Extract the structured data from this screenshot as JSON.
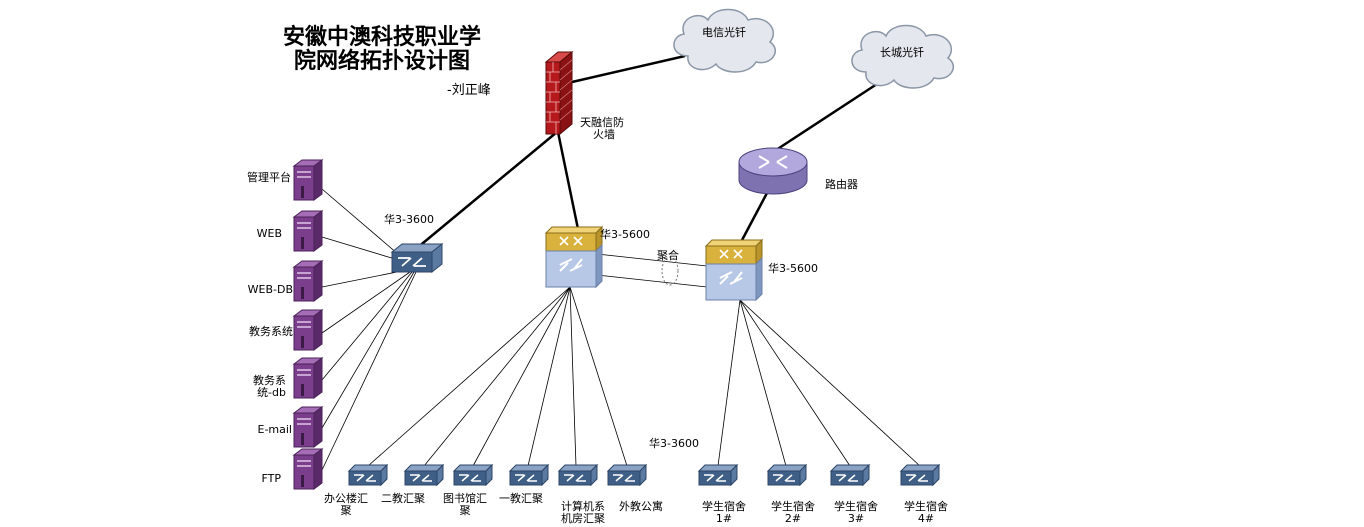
{
  "title": {
    "line1": "安徽中澳科技职业学",
    "line2": "院网络拓扑设计图",
    "author": "-刘正峰"
  },
  "clouds": {
    "telecom": "电信光钎",
    "greatwall": "长城光钎"
  },
  "firewall": {
    "line1": "天融信防",
    "line2": "火墙"
  },
  "router": {
    "label": "路由器"
  },
  "server_switch": {
    "label": "华3-3600"
  },
  "core_switch": {
    "label": "华3-5600"
  },
  "dorm_core_switch": {
    "label": "华3-5600"
  },
  "aggregation": {
    "label": "聚合"
  },
  "access_model": {
    "label": "华3-3600"
  },
  "servers": [
    {
      "line1": "管理平台",
      "line2": ""
    },
    {
      "line1": "WEB",
      "line2": ""
    },
    {
      "line1": "WEB-DB",
      "line2": ""
    },
    {
      "line1": "教务系统",
      "line2": ""
    },
    {
      "line1": "教务系",
      "line2": "统-db"
    },
    {
      "line1": "E-mail",
      "line2": ""
    },
    {
      "line1": "FTP",
      "line2": ""
    }
  ],
  "access_switches": [
    {
      "line1": "办公楼汇",
      "line2": "聚"
    },
    {
      "line1": "二教汇聚",
      "line2": ""
    },
    {
      "line1": "图书馆汇",
      "line2": "聚"
    },
    {
      "line1": "一教汇聚",
      "line2": ""
    },
    {
      "line1": "计算机系",
      "line2": "机房汇聚"
    },
    {
      "line1": "外教公寓",
      "line2": ""
    }
  ],
  "dorm_switches": [
    {
      "line1": "学生宿舍",
      "line2": "1#"
    },
    {
      "line1": "学生宿舍",
      "line2": "2#"
    },
    {
      "line1": "学生宿舍",
      "line2": "3#"
    },
    {
      "line1": "学生宿舍",
      "line2": "4#"
    }
  ],
  "colors": {
    "server": "#7a3e8c",
    "switch": "#3f5f86",
    "core_top": "#d8b23c",
    "core_body": "#b7c8e6",
    "router": "#9a8fc4",
    "firewall": "#b5191c"
  }
}
